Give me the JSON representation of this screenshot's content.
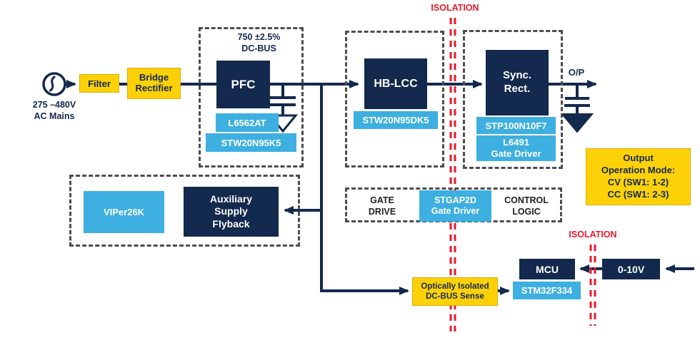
{
  "colors": {
    "navy": "#13294d",
    "light_blue": "#3dafe0",
    "yellow": "#fdd108",
    "isolation_red": "#e8192c",
    "dashed_border_gray": "#4d4d4d"
  },
  "ac_input": {
    "voltage_range": "275 –480V",
    "label": "AC Mains",
    "source_icon": "ac-sine-source"
  },
  "input_stage": {
    "filter": "Filter",
    "bridge_rectifier": "Bridge\nRectifier"
  },
  "pfc_stage": {
    "bus_label": "750 ±2.5%\nDC-BUS",
    "block": "PFC",
    "controller": "L6562AT",
    "mosfet": "STW20N95K5"
  },
  "llc_stage": {
    "block": "HB-LCC",
    "mosfet": "STW20N95DK5"
  },
  "sync_rect_stage": {
    "block": "Sync.\nRect.",
    "mosfet": "STP100N10F7",
    "gate_driver": "L6491\nGate Driver"
  },
  "output": {
    "label": "O/P",
    "mode_note": "Output\nOperation Mode:\nCV (SW1: 1-2)\nCC (SW1: 2-3)"
  },
  "isolation": {
    "primary_label": "ISOLATION",
    "secondary_label": "ISOLATION"
  },
  "gate_drive_section": {
    "left_label": "GATE\nDRIVE",
    "driver": "STGAP2D\nGate Driver",
    "right_label": "CONTROL\nLOGIC"
  },
  "aux_supply": {
    "controller": "VIPer26K",
    "block": "Auxiliary\nSupply\nFlyback"
  },
  "control_section": {
    "sense": "Optically Isolated\nDC-BUS Sense",
    "mcu": "MCU",
    "mcu_part": "STM32F334",
    "analog_input": "0-10V"
  }
}
